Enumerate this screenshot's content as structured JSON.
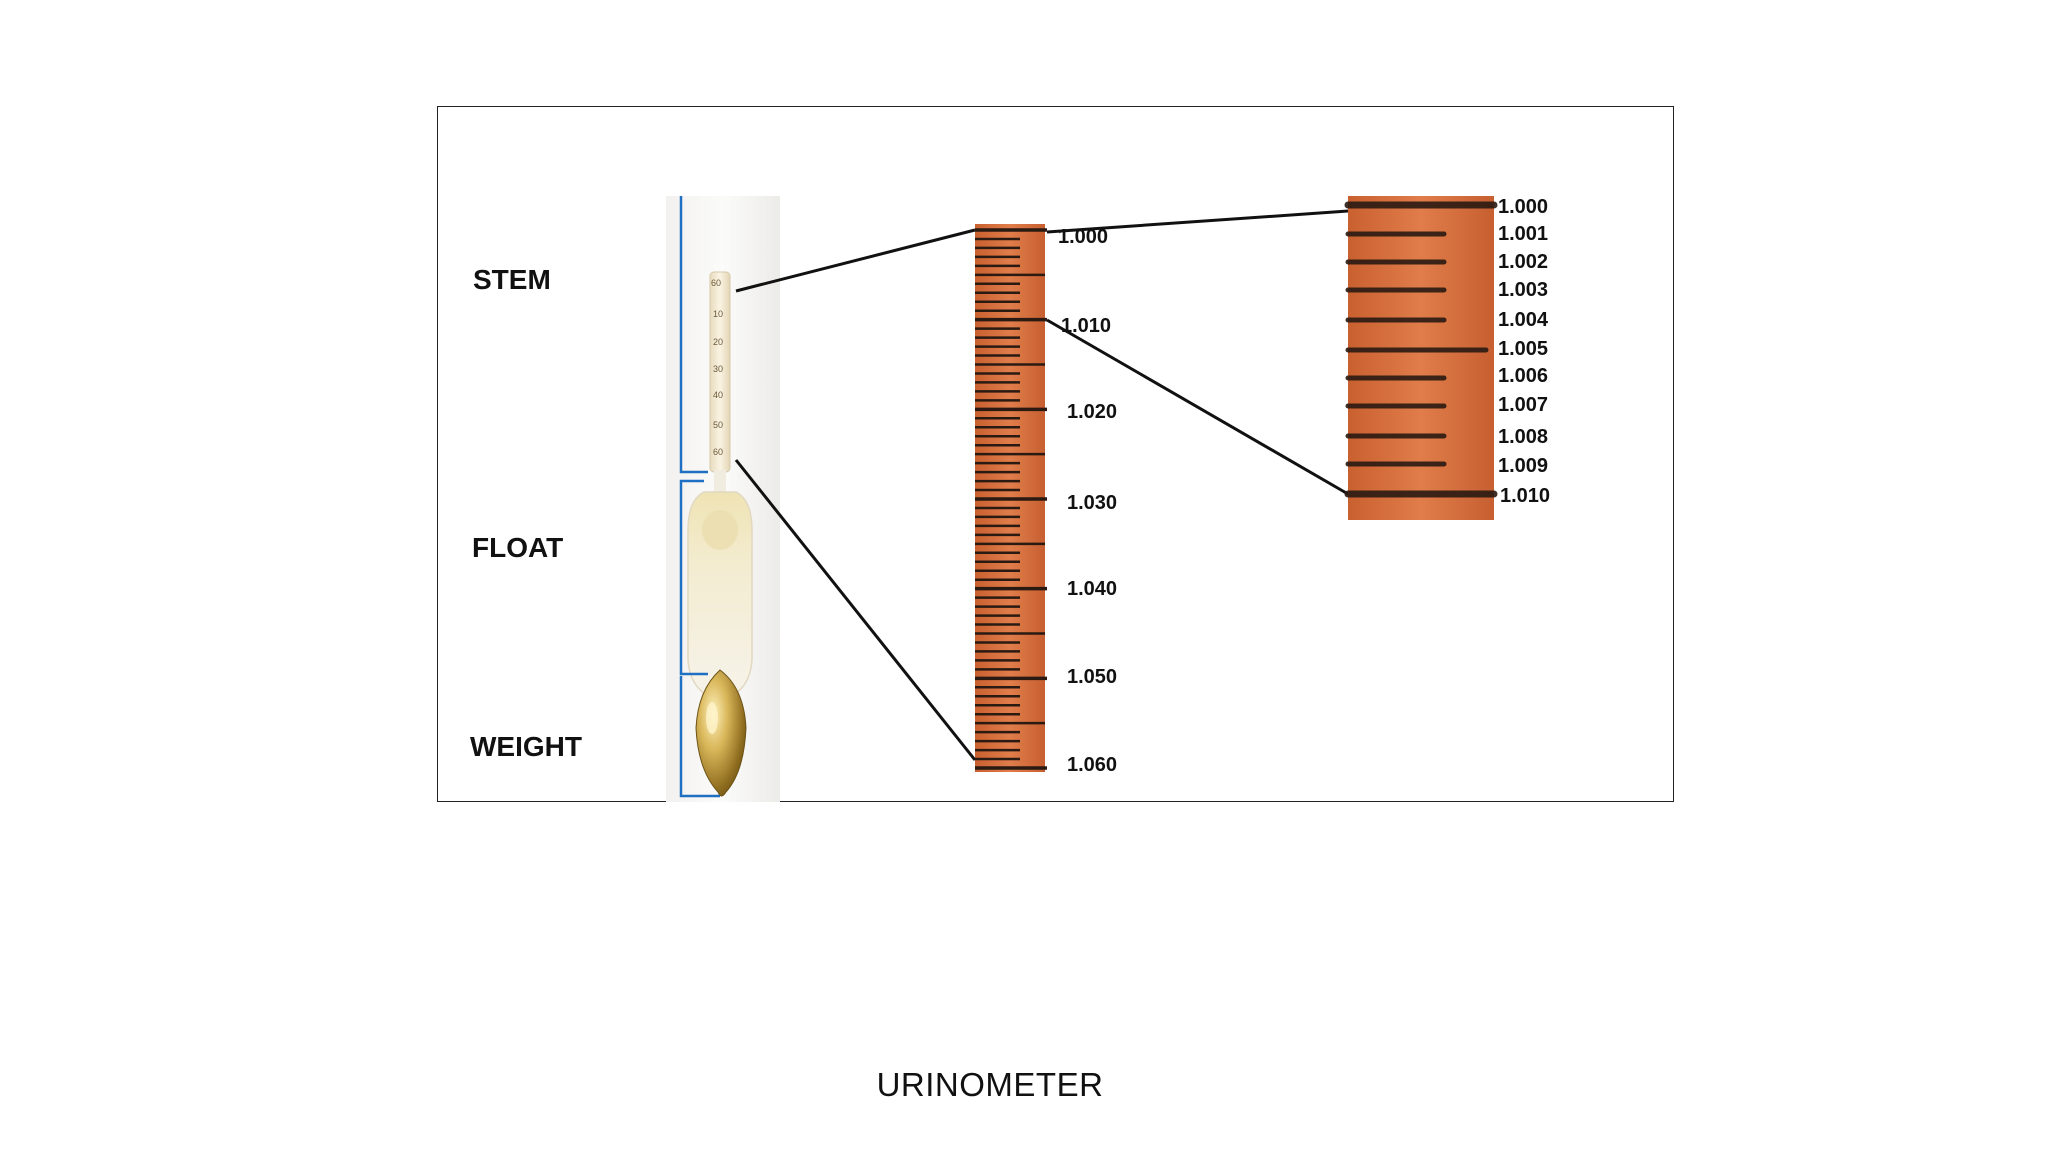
{
  "parts": {
    "stem": "STEM",
    "float": "FLOAT",
    "weight": "WEIGHT"
  },
  "stem_marks": [
    "60",
    "10",
    "20",
    "30",
    "40",
    "50",
    "60"
  ],
  "scale_main": {
    "labels": [
      "1.000",
      "1.010",
      "1.020",
      "1.030",
      "1.040",
      "1.050",
      "1.060"
    ],
    "major_step": 0.01,
    "minor_step": 0.001
  },
  "scale_zoom": {
    "labels": [
      "1.000",
      "1.001",
      "1.002",
      "1.003",
      "1.004",
      "1.005",
      "1.006",
      "1.007",
      "1.008",
      "1.009",
      "1.010"
    ]
  },
  "caption": "URINOMETER",
  "colors": {
    "bracket": "#1f6fc2",
    "scale_fill": "#d9703f",
    "scale_tick": "#2a1a12",
    "leader_line": "#111111",
    "weight_gold": "#c9a53c"
  },
  "icons": [
    "urinometer-photo",
    "stem-bracket",
    "float-bracket",
    "weight-bracket"
  ]
}
